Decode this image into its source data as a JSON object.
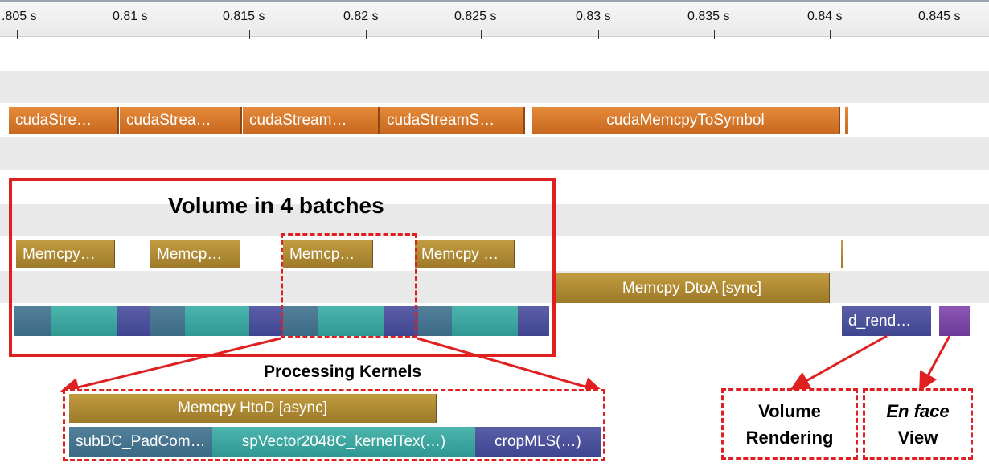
{
  "ruler": {
    "ticks": [
      ".805 s",
      "0.81 s",
      "0.815 s",
      "0.82 s",
      "0.825 s",
      "0.83 s",
      "0.835 s",
      "0.84 s",
      "0.845 s"
    ]
  },
  "api_row": {
    "calls": [
      "cudaStre…",
      "cudaStrea…",
      "cudaStream…",
      "cudaStreamS…",
      "cudaMemcpyToSymbol"
    ]
  },
  "memcpy_row": {
    "items": [
      "Memcpy…",
      "Memcp…",
      "Memcp…",
      "Memcpy …"
    ],
    "dtoa": "Memcpy DtoA [sync]"
  },
  "render_row": {
    "kernel": "d_rend…"
  },
  "annotations": {
    "volume_batches": "Volume in 4 batches",
    "processing_kernels": "Processing Kernels",
    "volume_rendering_line1": "Volume",
    "volume_rendering_line2": "Rendering",
    "en_face_line1": "En face",
    "en_face_line2": "View"
  },
  "zoom": {
    "memcpy_htod": "Memcpy HtoD [async]",
    "kernels": [
      "subDC_PadCom…",
      "spVector2048C_kernelTex(…)",
      "cropMLS(…)"
    ]
  },
  "colors": {
    "accent_red": "#e02020",
    "api_orange": "#d5772a",
    "memcpy_gold": "#b08c35",
    "kernel_blue": "#3b6a85",
    "kernel_teal": "#2f9892",
    "kernel_navy": "#3f4590",
    "render_purple": "#6b3a98"
  }
}
